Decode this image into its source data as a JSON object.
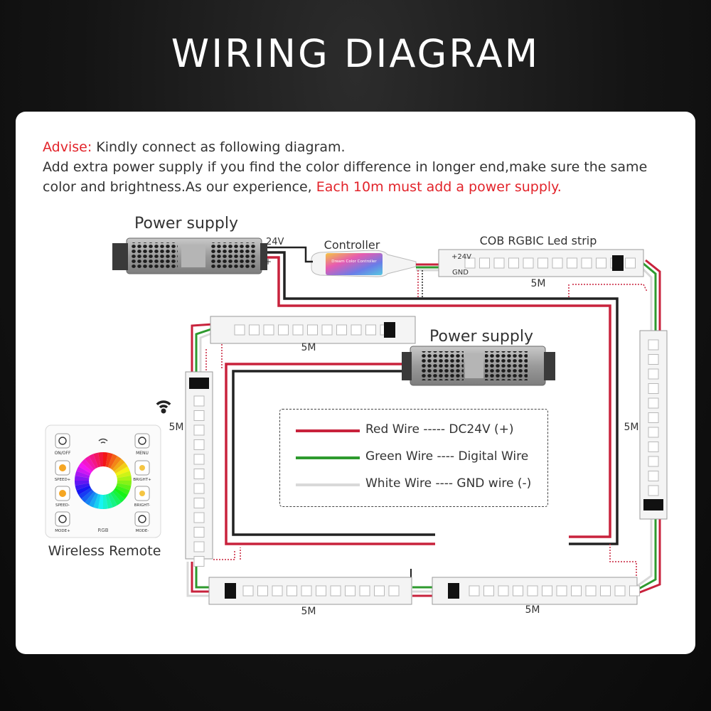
{
  "title": "WIRING DIAGRAM",
  "advise": {
    "label": "Advise:",
    "line1": " Kindly connect as following diagram.",
    "line2": "Add extra power supply if you find the color difference in longer end,make sure the same color and brightness.As our experience, ",
    "highlight": "Each 10m must add a power supply."
  },
  "labels": {
    "power_supply_1": "Power supply",
    "power_supply_2": "Power supply",
    "voltage": "24V",
    "plus": "+",
    "controller": "Controller",
    "controller_text": "Dream Color Controller",
    "strip_title": "COB RGBIC Led strip",
    "pin_24v": "+24V",
    "pin_gnd": "GND",
    "wireless_remote": "Wireless Remote",
    "strip_length": "5M"
  },
  "remote": {
    "on_off": "ON/OFF",
    "menu": "MENU",
    "speed_plus": "SPEED+",
    "bright_plus": "BRIGHT+",
    "speed_minus": "SPEED-",
    "bright_minus": "BRIGHT-",
    "mode_plus": "MODE+",
    "mode_minus": "MODE-",
    "rgb": "RGB"
  },
  "legend": [
    {
      "text": "Red Wire ----- DC24V (+)",
      "color": "#c8223c"
    },
    {
      "text": "Green Wire ---- Digital Wire",
      "color": "#2e9a2e"
    },
    {
      "text": "White Wire ---- GND wire (-)",
      "color": "#d9d9d9"
    }
  ],
  "colors": {
    "red_wire": "#c8223c",
    "green_wire": "#2e9a2e",
    "white_wire": "#d9d9d9",
    "black_wire": "#222222",
    "highlight": "#e2232a"
  }
}
